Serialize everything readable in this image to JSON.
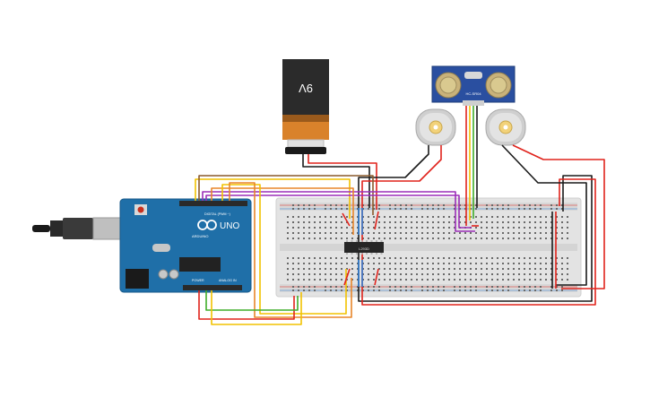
{
  "battery": {
    "label": "9V",
    "color_body": "#2b2b2b",
    "color_cap": "#d9822b"
  },
  "arduino": {
    "brand": "UNO",
    "logo_text": "ARDUINO",
    "digital_header": "DIGITAL (PWM ~)",
    "power_header": "POWER",
    "analog_header": "ANALOG IN",
    "board_color": "#1f6fa8"
  },
  "sensor": {
    "label": "HC-SR04",
    "board_color": "#2a4fa0"
  },
  "chip": {
    "label": "L293D"
  },
  "wire_colors": {
    "red": "#e0231c",
    "black": "#1a1a1a",
    "yellow": "#f2c200",
    "orange": "#e8852a",
    "purple": "#9b2fb8",
    "green": "#3fae2a",
    "blue": "#2f7fd6",
    "brown": "#8a5a2b"
  }
}
